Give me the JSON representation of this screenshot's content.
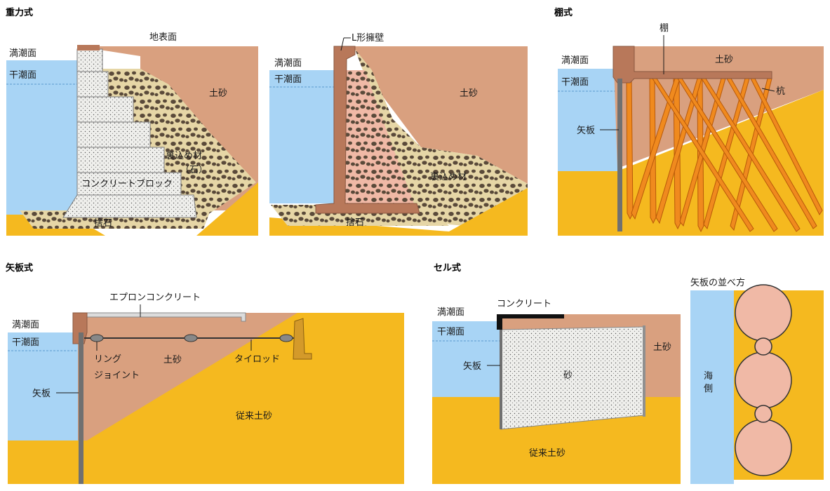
{
  "titles": {
    "gravity": "重力式",
    "shelf": "棚式",
    "sheet_pile": "矢板式",
    "cell": "セル式"
  },
  "labels": {
    "high_tide": "満潮面",
    "low_tide": "干潮面",
    "ground_surface": "地表面",
    "earth_sand": "土砂",
    "backfill": "裏込め材",
    "stone": "（石）",
    "concrete_block": "コンクリートブロック",
    "riprap": "捨石",
    "l_wall": "L形擁壁",
    "shelf_deck": "棚",
    "pile": "杭",
    "sheet_pile": "矢板",
    "apron_concrete": "エプロンコンクリート",
    "ring": "リング",
    "joint": "ジョイント",
    "tie_rod": "タイロッド",
    "original_soil": "従来土砂",
    "concrete": "コンクリート",
    "sand": "砂",
    "sheet_arrangement": "矢板の並べ方",
    "sea": "海",
    "side": "側"
  },
  "colors": {
    "water": "#a8d4f5",
    "earth": "#d9a07f",
    "soil": "#f5b91f",
    "stone_fill": "#e6d6a6",
    "stone": "#5a4a3a",
    "concrete": "#efefec",
    "wall": "#b8785a",
    "pile": "#f08a1e",
    "steel": "#707070"
  }
}
